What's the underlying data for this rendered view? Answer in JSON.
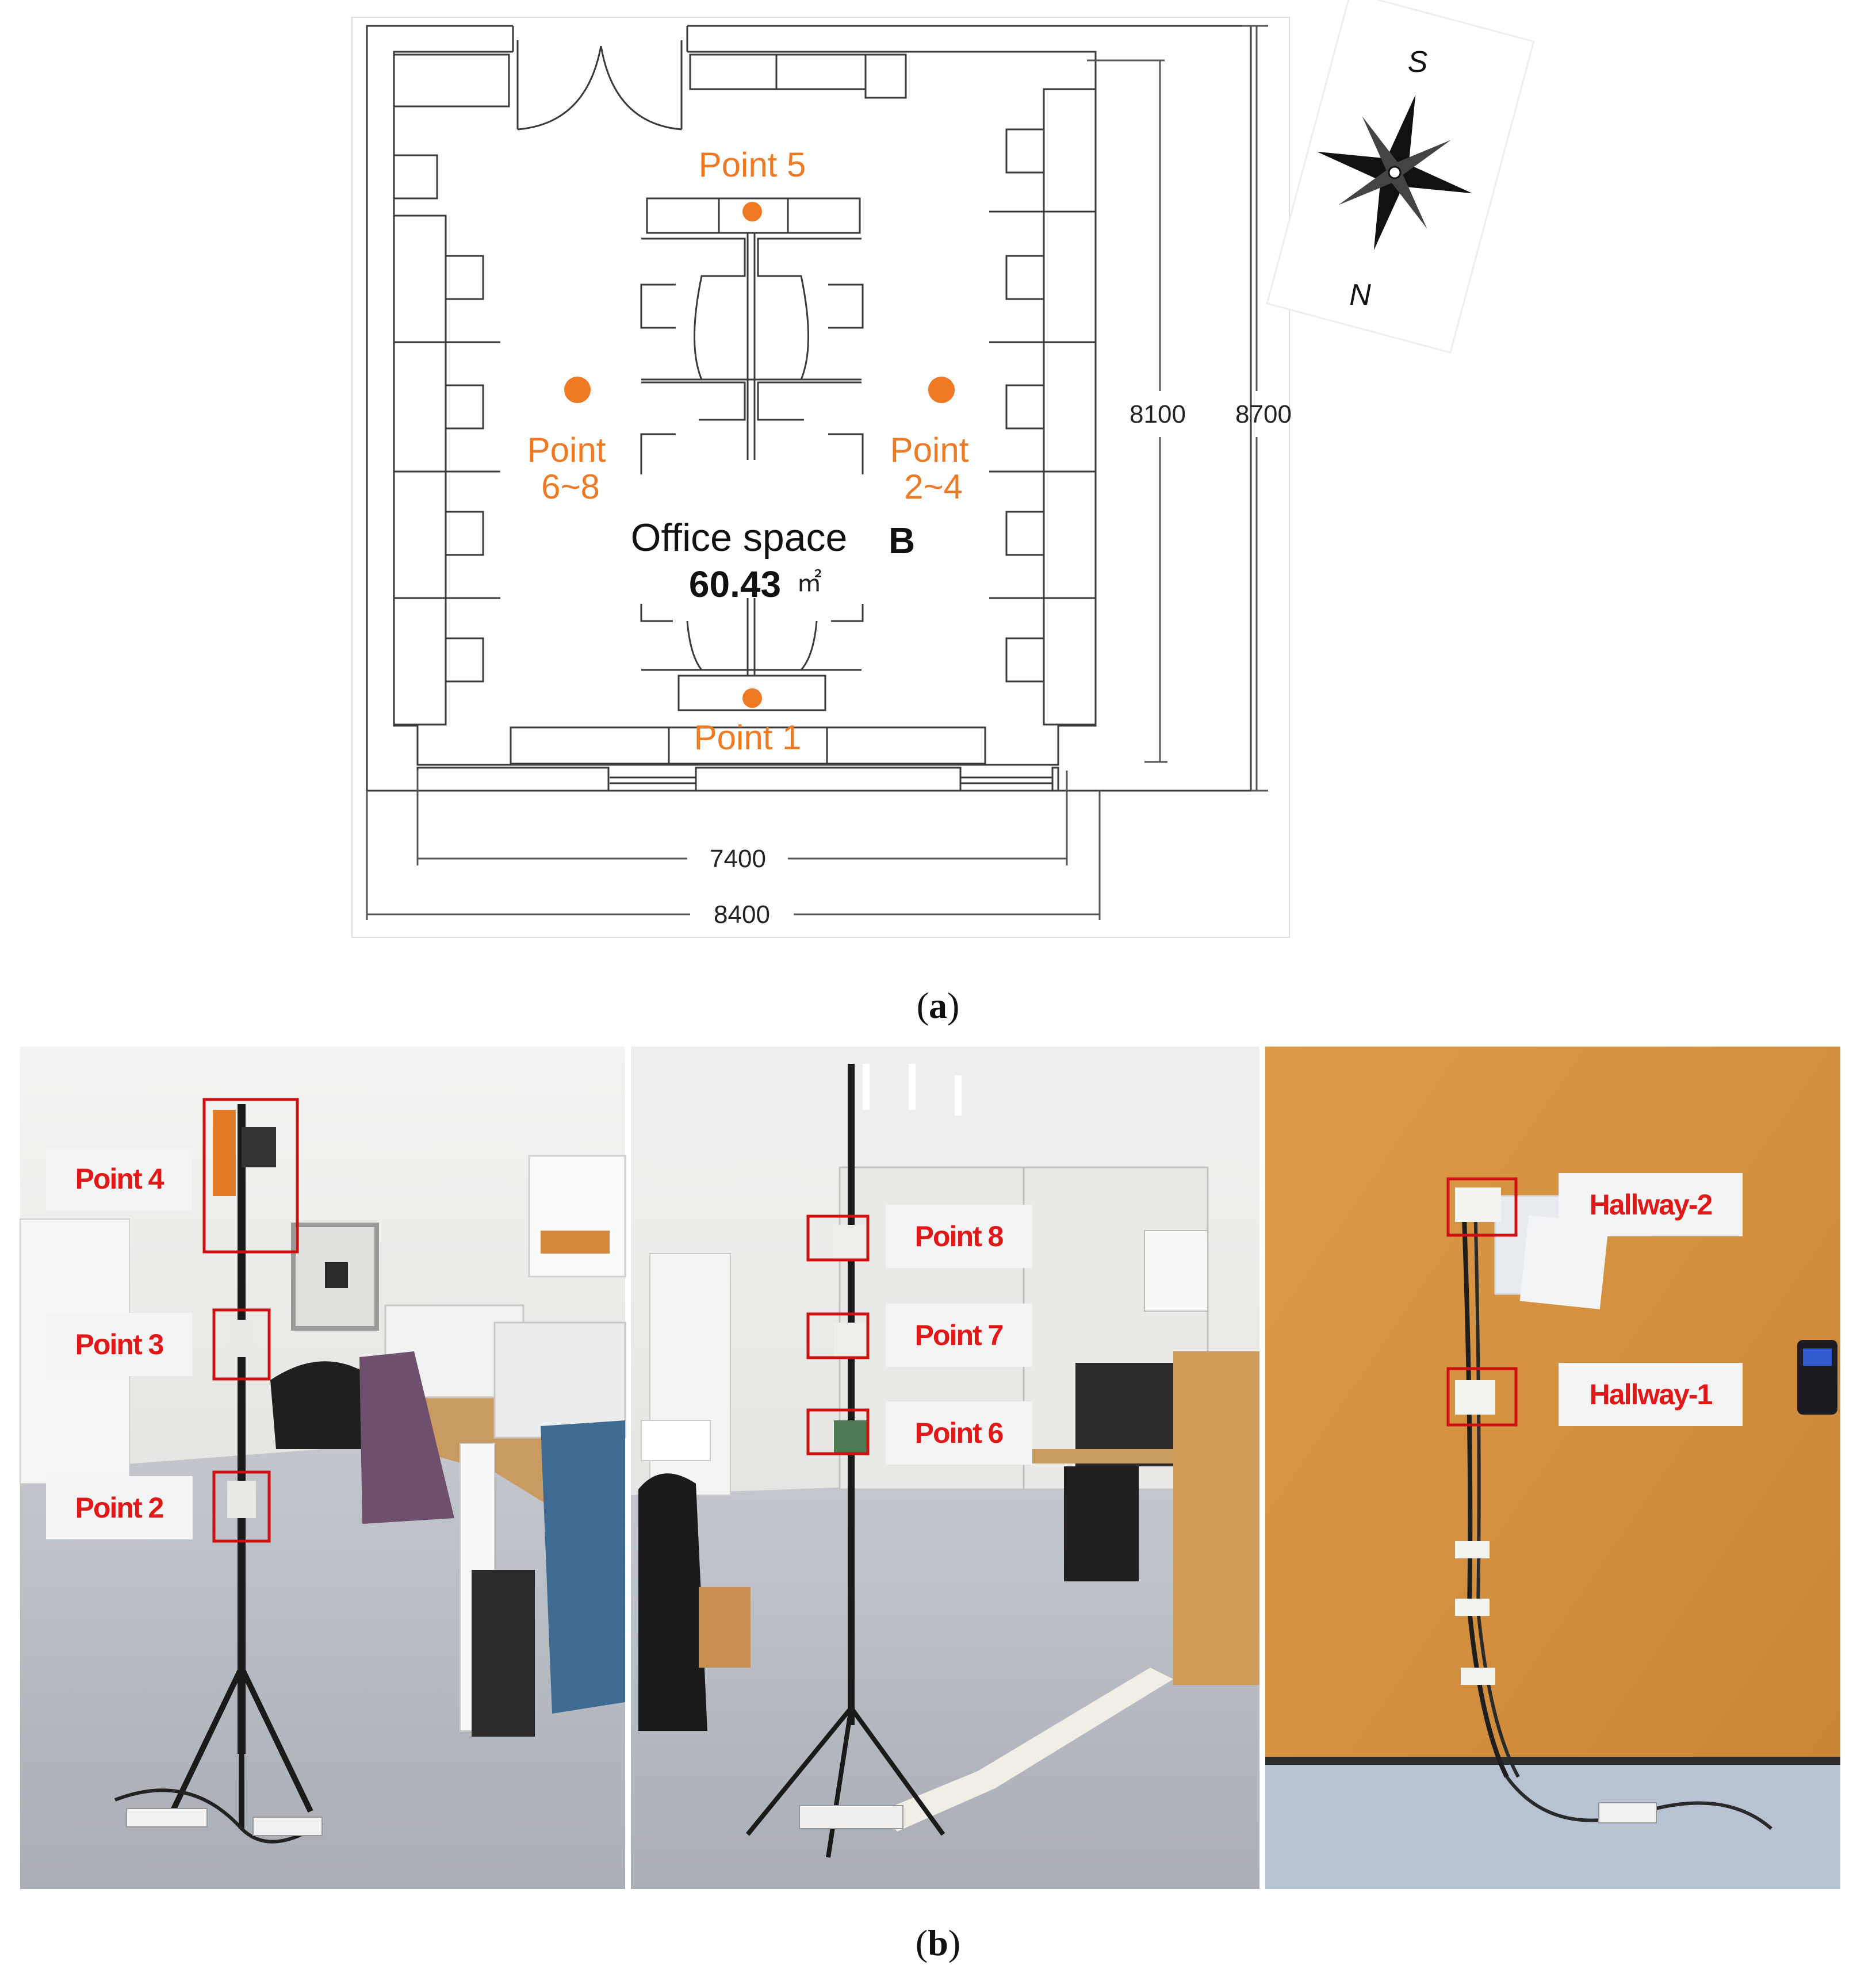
{
  "panel_a": {
    "room_title": "Office space",
    "room_title_suffix": "B",
    "room_area": "60.43",
    "area_unit": "㎡",
    "dimensions": {
      "width_inner": "7400",
      "width_outer": "8400",
      "height_inner": "8100",
      "height_outer": "8700"
    },
    "points": {
      "p5": "Point 5",
      "p1": "Point 1",
      "p68_line1": "Point",
      "p68_line2": "6~8",
      "p24_line1": "Point",
      "p24_line2": "2~4"
    },
    "compass": {
      "north": "N",
      "south": "S"
    },
    "caption_open": "(",
    "caption_letter": "a",
    "caption_close": ")"
  },
  "panel_b": {
    "photo1_labels": [
      "Point 4",
      "Point 3",
      "Point 2"
    ],
    "photo2_labels": [
      "Point 8",
      "Point 7",
      "Point 6"
    ],
    "photo3_labels": [
      "Hallway-2",
      "Hallway-1"
    ],
    "caption_open": "(",
    "caption_letter": "b",
    "caption_close": ")"
  },
  "colors": {
    "point_marker": "#f07a24",
    "label_text": "#e01818",
    "wall_orange": "#d4913e",
    "floor_gray": "#b7bcc3"
  }
}
